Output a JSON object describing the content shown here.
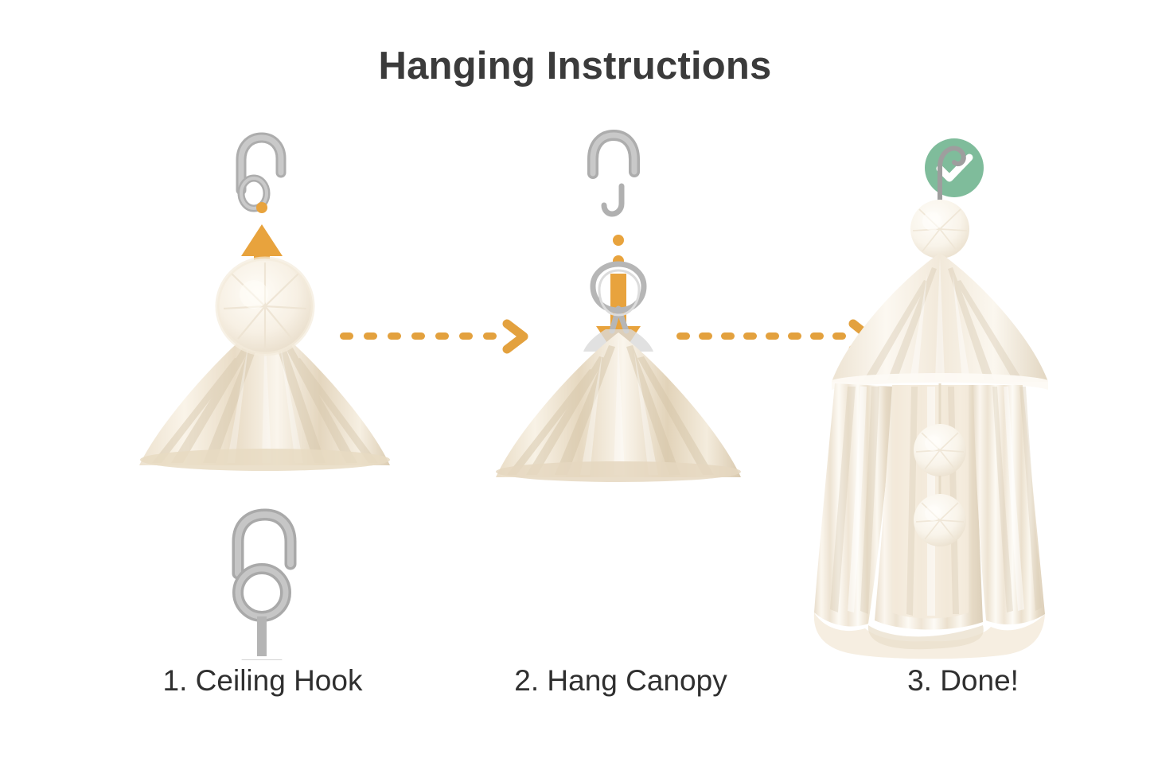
{
  "page": {
    "title": "Hanging Instructions",
    "background_color": "#ffffff",
    "title_color": "#3b3b3b"
  },
  "theme": {
    "accent_orange": "#E8A33D",
    "arrow_orange": "#E3A13E",
    "success_green": "#7FBC9B",
    "hardware_gray": "#A8A8A8",
    "hardware_gray_dark": "#8D8D8D",
    "fabric_cream_light": "#FAF4EA",
    "fabric_cream": "#F1E7D6",
    "fabric_cream_shade": "#E0D2BC",
    "fabric_cream_deep": "#CFBFA6",
    "pompom_white": "#FBF7EF",
    "text_color": "#2f2f2f"
  },
  "steps": [
    {
      "number": "1",
      "label": "1. Ceiling Hook",
      "icon_top": "carabiner-clasp-icon",
      "arrow_direction": "up",
      "icon_bottom": "ceiling-mount-hook-icon",
      "product": "canopy-with-pompom"
    },
    {
      "number": "2",
      "label": "2. Hang Canopy",
      "icon_top": "ceiling-hook-icon",
      "arrow_direction": "down",
      "product": "canopy-with-metal-loop"
    },
    {
      "number": "3",
      "label": "3. Done!",
      "badge": "success-check-badge",
      "product": "canopy-hung-complete"
    }
  ],
  "connectors": [
    {
      "name": "step-1-to-2",
      "style": "dashed-arrow",
      "dashes": 7,
      "direction": "right"
    },
    {
      "name": "step-2-to-3",
      "style": "dashed-arrow",
      "dashes": 8,
      "direction": "right"
    }
  ]
}
